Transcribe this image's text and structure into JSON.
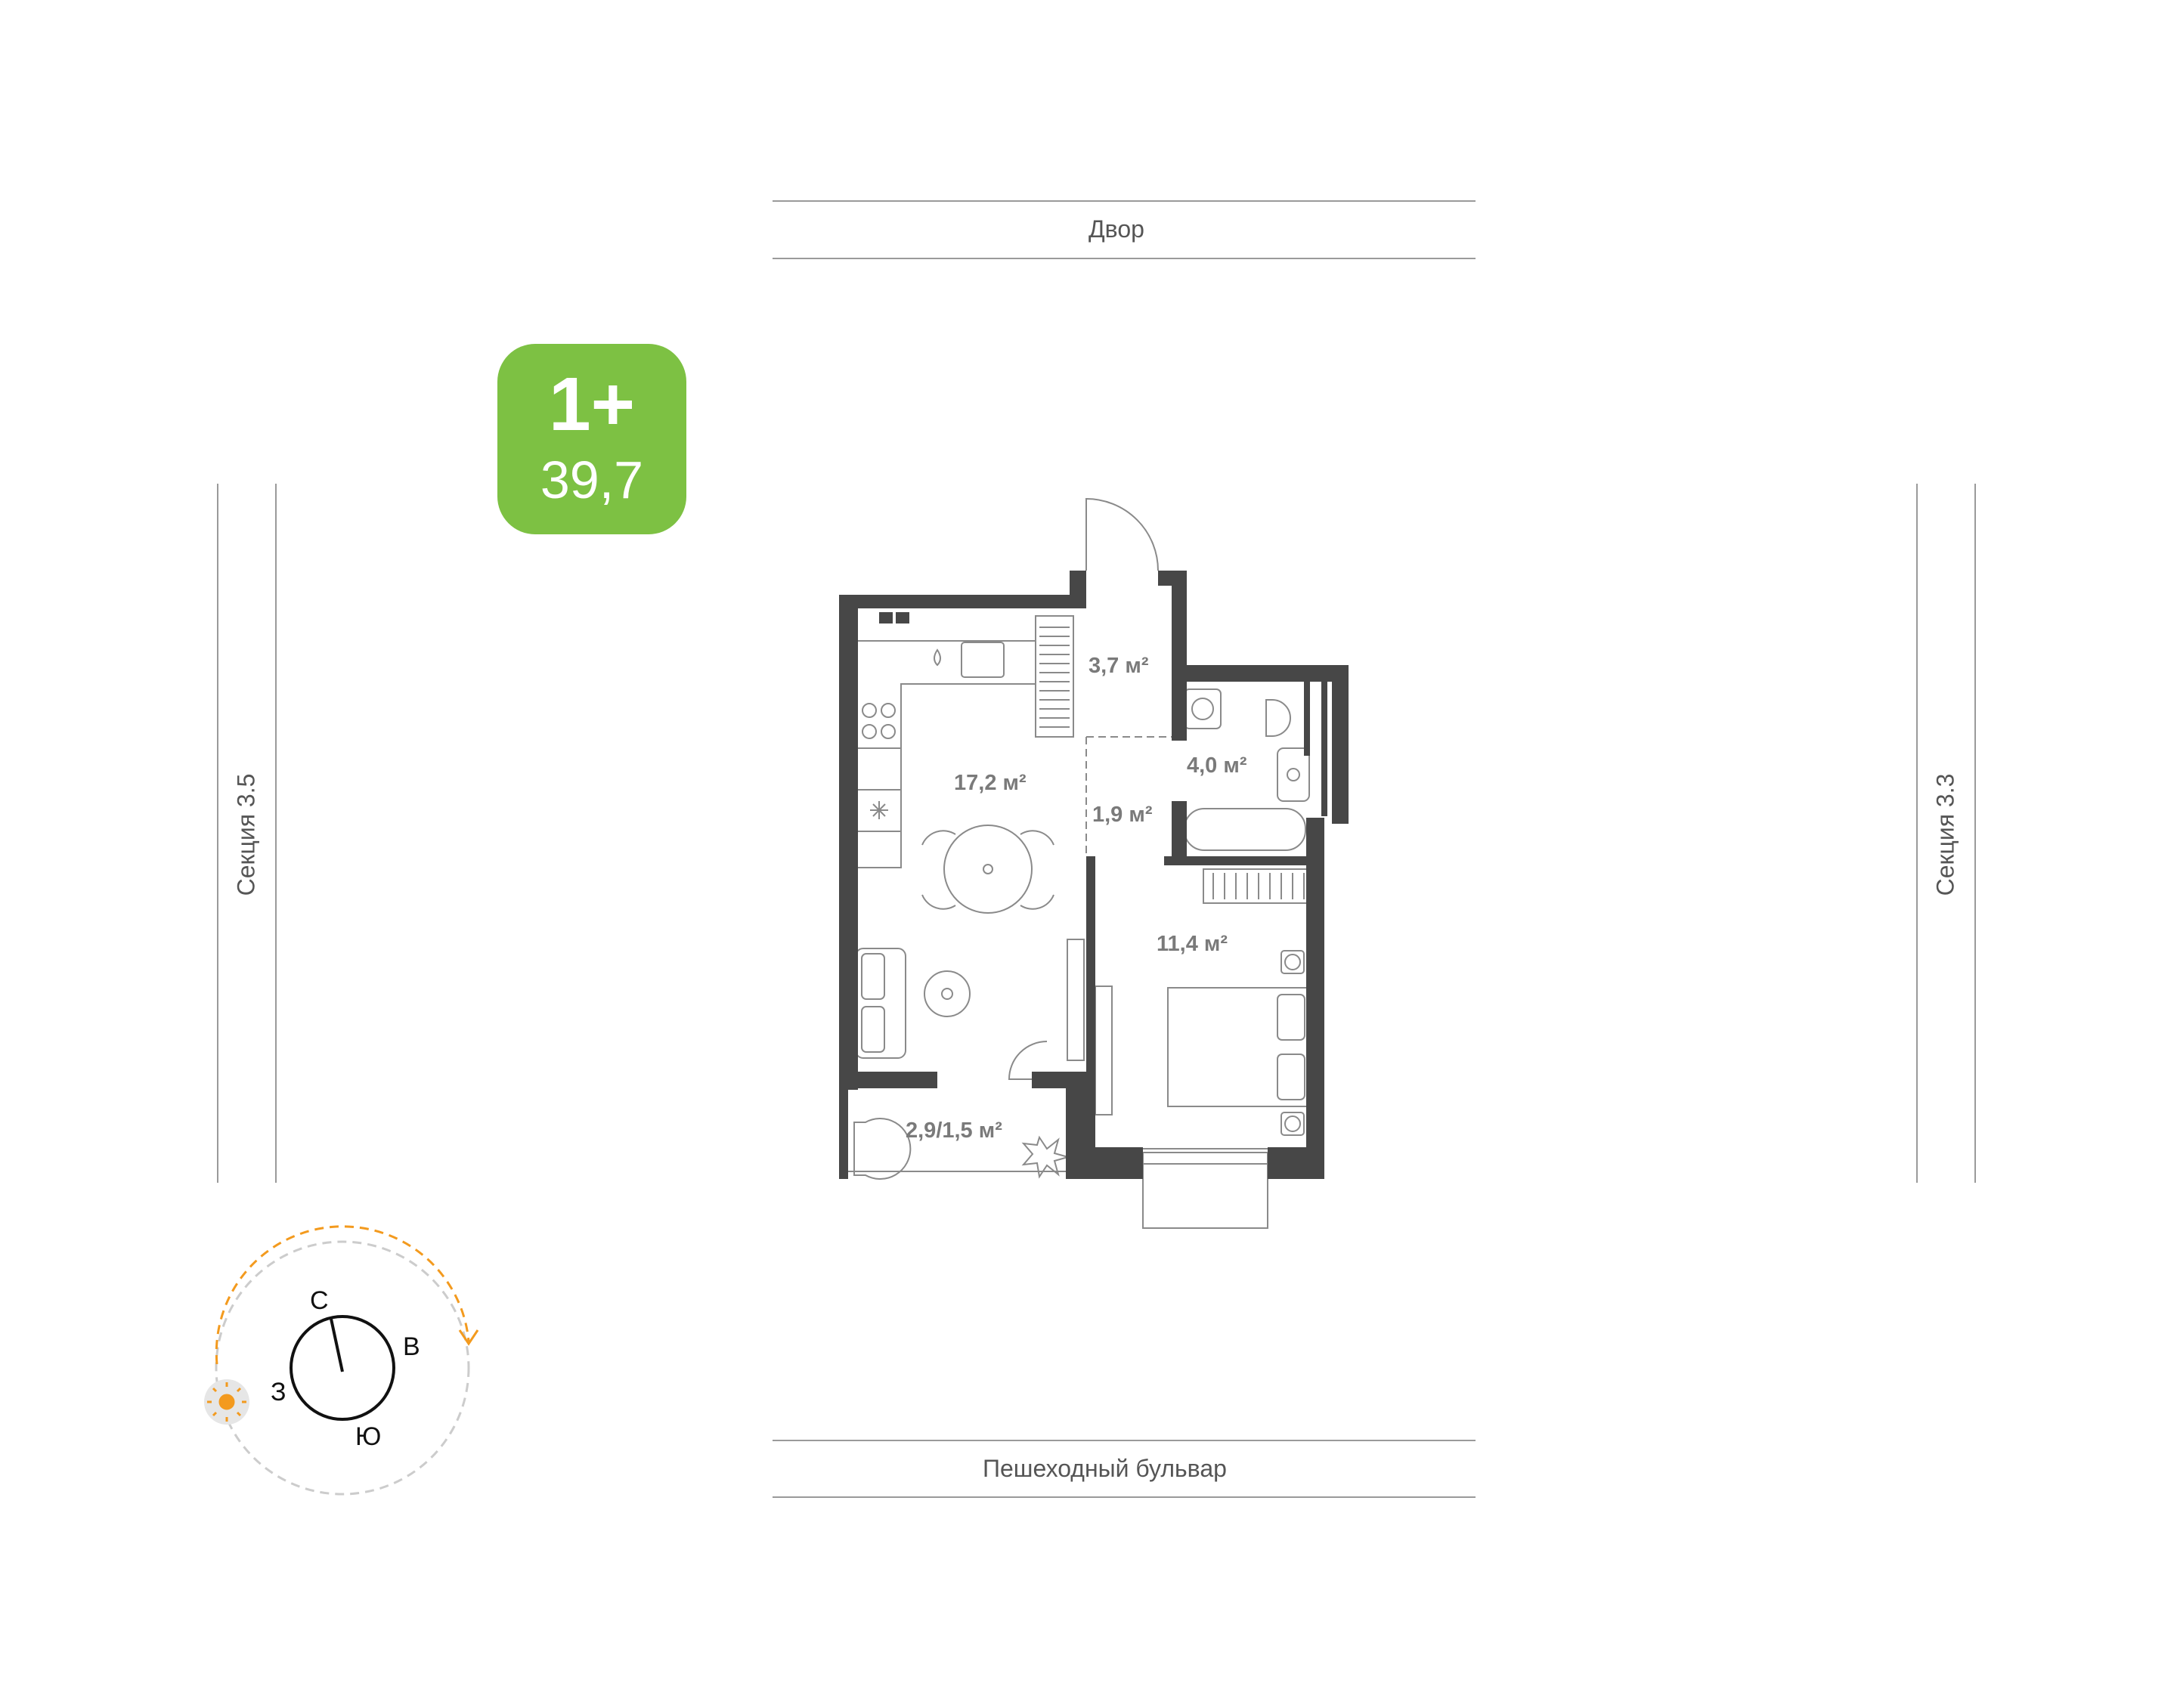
{
  "orientation": {
    "top": "Двор",
    "bottom": "Пешеходный бульвар",
    "left": "Секция 3.5",
    "right": "Секция 3.3"
  },
  "badge": {
    "type": "1+",
    "area": "39,7",
    "color": "#7dc143"
  },
  "rooms": {
    "hall": "3,7 м²",
    "bath": "4,0 м²",
    "kitchen": "17,2 м²",
    "corridor": "1,9 м²",
    "bedroom": "11,4 м²",
    "balcony": "2,9/1,5 м²"
  },
  "compass": {
    "north": "С",
    "east": "В",
    "west": "З",
    "south": "Ю",
    "sun_color": "#f39a1e",
    "icons": [
      "sun-icon",
      "compass-needle-icon"
    ]
  },
  "colors": {
    "wall": "#474747",
    "lines": "#9a9a9a",
    "furniture": "#8a8a8a"
  }
}
